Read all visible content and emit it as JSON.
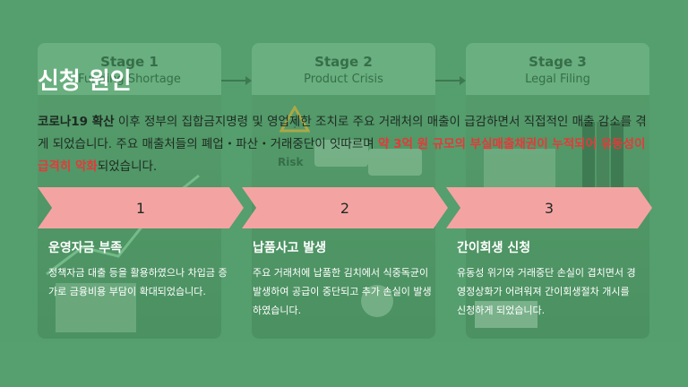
{
  "stages": [
    {
      "title": "Stage 1",
      "subtitle": "Funding Shortage"
    },
    {
      "title": "Stage 2",
      "subtitle": "Product Crisis"
    },
    {
      "title": "Stage 3",
      "subtitle": "Legal Filing"
    }
  ],
  "risk_label": "Risk",
  "header": {
    "title": "신청 원인"
  },
  "description": {
    "bold_lead": "코로나19 확산",
    "text_1": " 이후 정부의 집합금지명령 및 영업제한 조치로 주요 거래처의 매출이 급감하면서 직접적인 매출 감소를 겪게 되었습니다. 주요 매출처들의 폐업・파산・거래중단이 잇따르며 ",
    "highlight": "약 3억 원 규모의 부실매출채권이 누적되어 유동성이 급격히 악화",
    "text_2": "되었습니다."
  },
  "steps": [
    {
      "number": "1",
      "title": "운영자금 부족",
      "desc": "정책자금 대출 등을 활용하였으나 차입금 증가로 금융비용 부담이 확대되었습니다."
    },
    {
      "number": "2",
      "title": "납품사고 발생",
      "desc": "주요 거래처에 납품한 김치에서 식중독균이 발생하여 공급이 중단되고 추가 손실이 발생하였습니다."
    },
    {
      "number": "3",
      "title": "간이회생 신청",
      "desc": "유동성 위기와 거래중단 손실이 겹치면서 경영정상화가 어려워져 간이회생절차 개시를 신청하게 되었습니다."
    }
  ],
  "colors": {
    "background": "#5fa476",
    "banner": "#f4a3a3",
    "highlight": "#e53939"
  }
}
